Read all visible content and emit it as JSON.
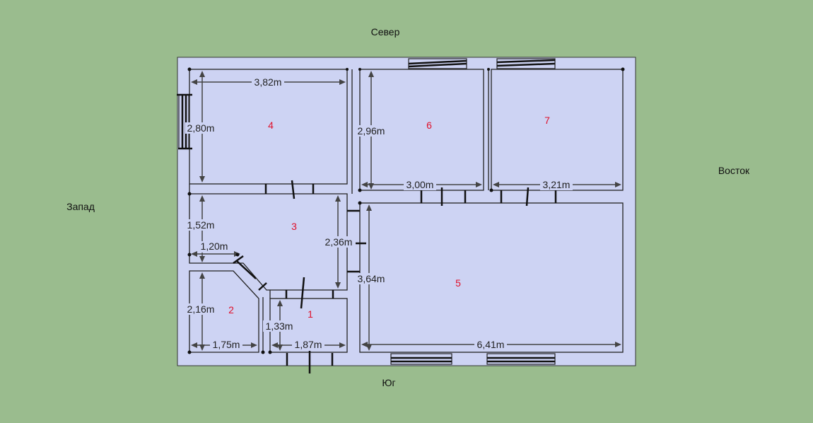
{
  "directions": {
    "north": "Север",
    "south": "Юг",
    "west": "Запад",
    "east": "Восток"
  },
  "rooms": [
    {
      "number": "1"
    },
    {
      "number": "2"
    },
    {
      "number": "3"
    },
    {
      "number": "4"
    },
    {
      "number": "5"
    },
    {
      "number": "6"
    },
    {
      "number": "7"
    }
  ],
  "dimensions": {
    "room4_width": "3,82m",
    "room4_height": "2,80m",
    "room6_height": "2,96m",
    "room6_width": "3,00m",
    "room7_width": "3,21m",
    "room3_height": "1,52m",
    "room3_right": "2,36m",
    "room3_diag": "1,20m",
    "room5_height": "3,64m",
    "room5_width": "6,41m",
    "room2_height": "2,16m",
    "room2_width": "1,75m",
    "room1_height": "1,33m",
    "room1_width": "1,87m"
  },
  "colors": {
    "background": "#9abc8e",
    "house_fill": "#cdd3f3",
    "room_number": "#e0102a"
  }
}
